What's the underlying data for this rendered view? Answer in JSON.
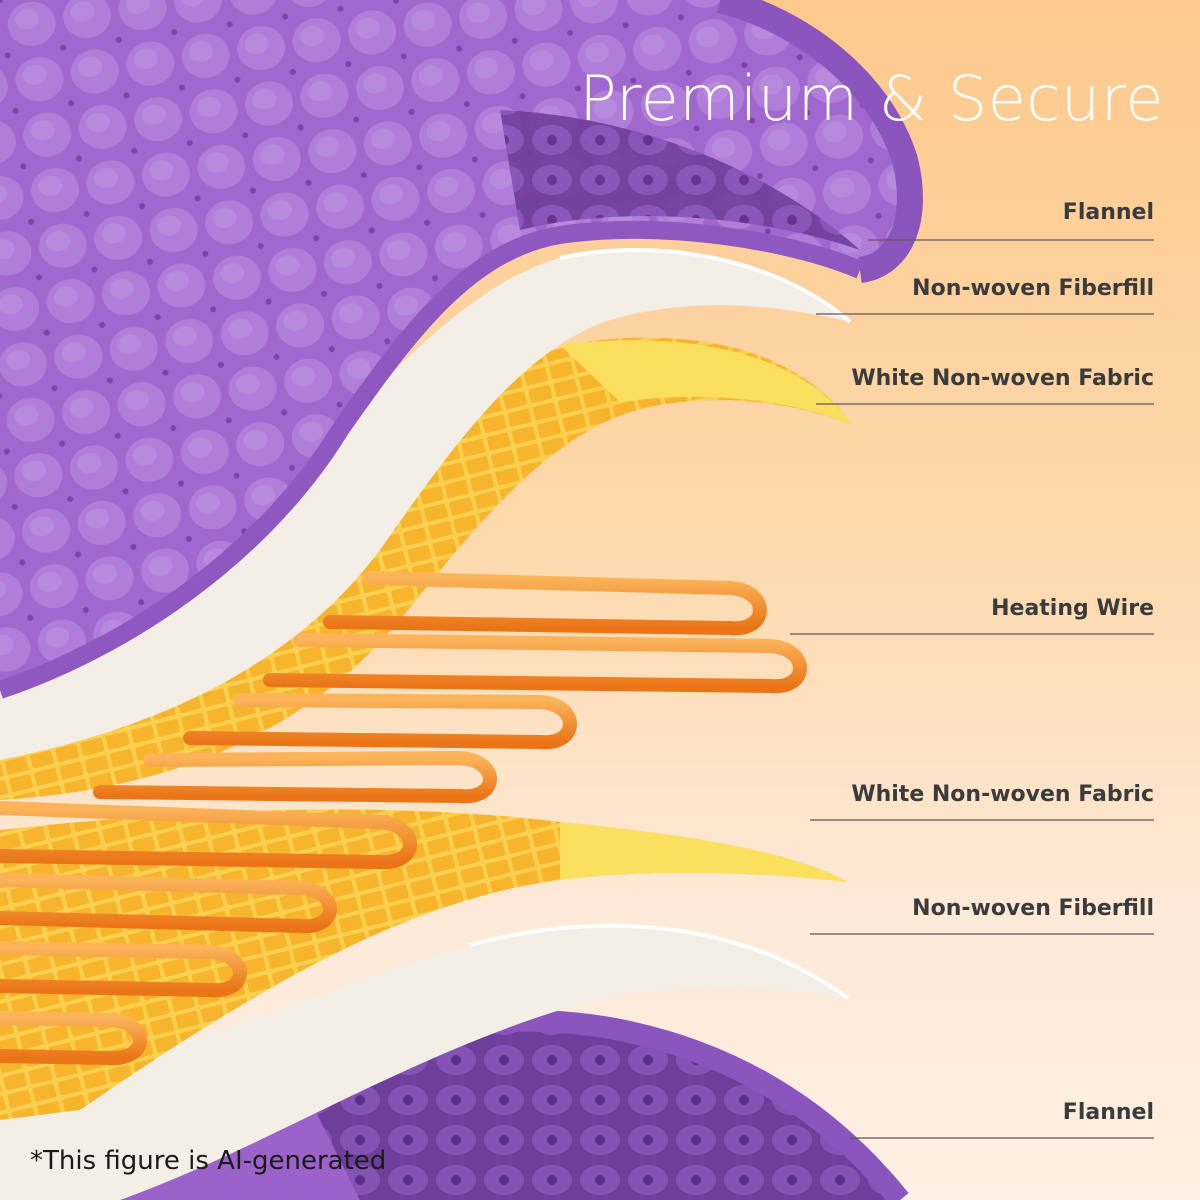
{
  "headline": "Premium & Secure",
  "layers": [
    {
      "label": "Flannel"
    },
    {
      "label": "Non-woven Fiberfill"
    },
    {
      "label": "White Non-woven Fabric"
    },
    {
      "label": "Heating Wire"
    },
    {
      "label": "White Non-woven Fabric"
    },
    {
      "label": "Non-woven Fiberfill"
    },
    {
      "label": "Flannel"
    }
  ],
  "disclaimer": "*This figure is AI-generated",
  "colors": {
    "background_top": "#fdc98c",
    "background_bottom": "#fdf0e4",
    "flannel": "#9b62c9",
    "fiberfill": "#f2ede4",
    "fabric": "#f9c23a",
    "heating_wire": "#f08a2a",
    "label_text": "#3b3b3b",
    "headline_text": "#ffffff"
  }
}
